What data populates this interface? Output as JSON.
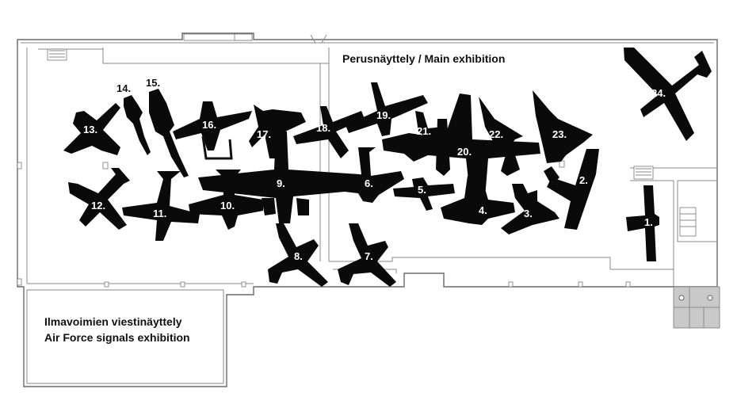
{
  "labels": {
    "main_exhibition": "Perusnäyttely / Main exhibition",
    "signals_fi": "Ilmavoimien viestinäyttely",
    "signals_en": "Air Force signals exhibition"
  },
  "aircraft": [
    {
      "id": "2",
      "label": "2."
    },
    {
      "id": "3",
      "label": "3."
    },
    {
      "id": "4",
      "label": "4."
    },
    {
      "id": "5",
      "label": "5."
    },
    {
      "id": "6",
      "label": "6."
    },
    {
      "id": "7",
      "label": "7."
    },
    {
      "id": "8",
      "label": "8."
    },
    {
      "id": "9",
      "label": "9."
    },
    {
      "id": "10",
      "label": "10."
    },
    {
      "id": "11",
      "label": "11."
    },
    {
      "id": "12",
      "label": "12."
    },
    {
      "id": "13",
      "label": "13."
    },
    {
      "id": "14",
      "label": "14."
    },
    {
      "id": "15",
      "label": "15."
    },
    {
      "id": "16",
      "label": "16."
    },
    {
      "id": "17",
      "label": "17."
    },
    {
      "id": "18",
      "label": "18."
    },
    {
      "id": "19",
      "label": "19."
    },
    {
      "id": "20",
      "label": "20."
    },
    {
      "id": "21",
      "label": "21."
    },
    {
      "id": "22",
      "label": "22."
    },
    {
      "id": "23",
      "label": "23."
    },
    {
      "id": "24",
      "label": "24."
    },
    {
      "id": "1",
      "label": "1."
    }
  ]
}
